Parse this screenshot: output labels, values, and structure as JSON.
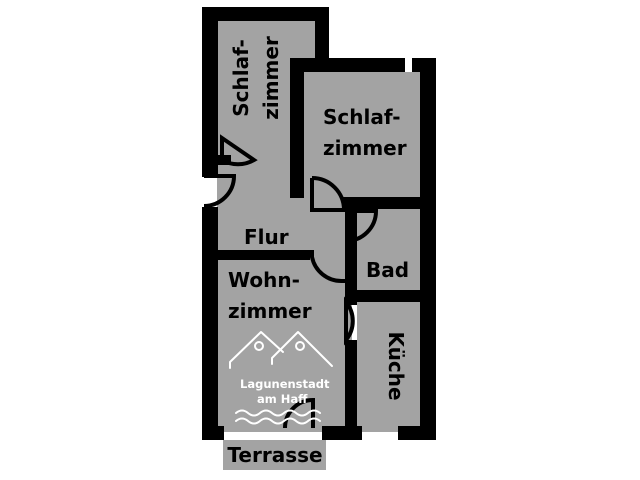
{
  "rooms": {
    "schlafzimmer_1": {
      "line1": "Schlaf-",
      "line2": "zimmer"
    },
    "schlafzimmer_2": {
      "line1": "Schlaf-",
      "line2": "zimmer"
    },
    "flur": "Flur",
    "bad": "Bad",
    "wohnzimmer": {
      "line1": "Wohn-",
      "line2": "zimmer"
    },
    "kueche": "Küche",
    "terrasse": "Terrasse"
  },
  "logo": {
    "line1": "Lagunenstadt",
    "line2": "am Haff"
  },
  "colors": {
    "room_fill": "#a3a3a3",
    "wall": "#000000",
    "logo": "#ffffff"
  }
}
